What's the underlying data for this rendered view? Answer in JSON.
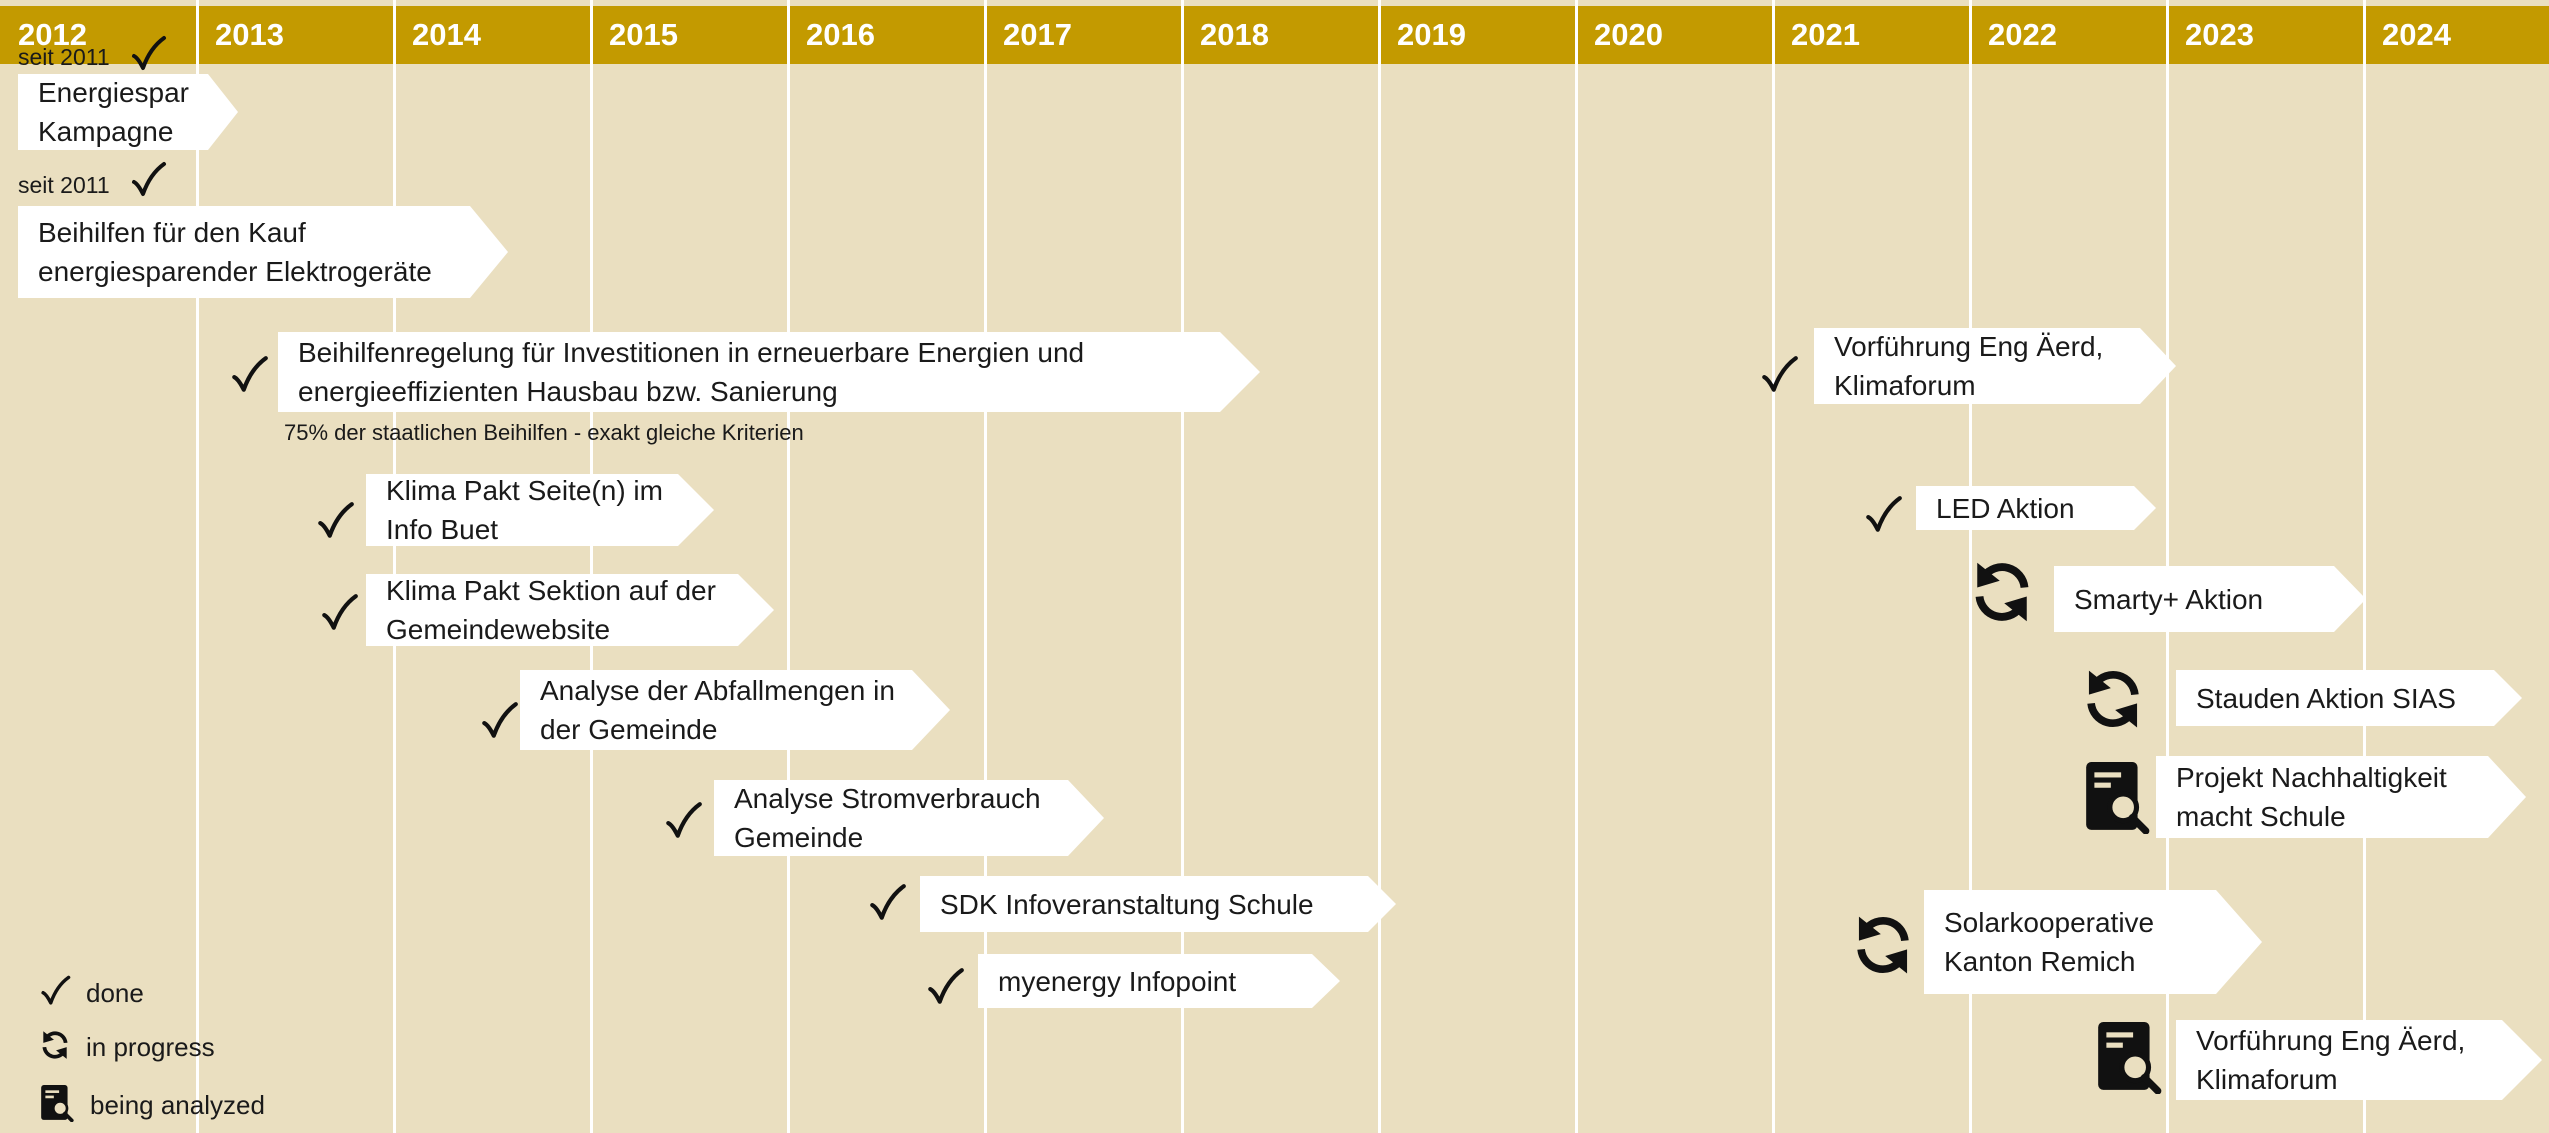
{
  "years": [
    "2012",
    "2013",
    "2014",
    "2015",
    "2016",
    "2017",
    "2018",
    "2019",
    "2020",
    "2021",
    "2022",
    "2023",
    "2024"
  ],
  "measures": [
    {
      "id": "energiespar",
      "label_lines": [
        "Energiespar",
        "Kampagne"
      ],
      "since": "seit 2011",
      "status": "done"
    },
    {
      "id": "beihilfen-elektro",
      "label_lines": [
        "Beihilfen für den Kauf",
        "energiesparender Elektrogeräte"
      ],
      "since": "seit 2011",
      "status": "done"
    },
    {
      "id": "beihilfenregelung",
      "label_lines": [
        "Beihilfenregelung für Investitionen in erneuerbare Energien und",
        "energieeffizienten Hausbau bzw. Sanierung"
      ],
      "note": "75% der staatlichen Beihilfen  - exakt gleiche Kriterien",
      "status": "done"
    },
    {
      "id": "klimapakt-infobuet",
      "label_lines": [
        "Klima Pakt Seite(n) im",
        "Info Buet"
      ],
      "status": "done"
    },
    {
      "id": "klimapakt-website",
      "label_lines": [
        "Klima Pakt  Sektion auf der",
        "Gemeindewebsite"
      ],
      "status": "done"
    },
    {
      "id": "abfallmengen",
      "label_lines": [
        "Analyse der Abfallmengen in",
        "der Gemeinde"
      ],
      "status": "done"
    },
    {
      "id": "stromverbrauch",
      "label_lines": [
        "Analyse Stromverbrauch",
        "Gemeinde"
      ],
      "status": "done"
    },
    {
      "id": "sdk-schule",
      "label_lines": [
        "SDK Infoveranstaltung Schule"
      ],
      "status": "done"
    },
    {
      "id": "myenergy",
      "label_lines": [
        "myenergy Infopoint"
      ],
      "status": "done"
    },
    {
      "id": "vorfuehrung-2021",
      "label_lines": [
        "Vorführung Eng Äerd,",
        "Klimaforum"
      ],
      "status": "done"
    },
    {
      "id": "led-aktion",
      "label_lines": [
        "LED Aktion"
      ],
      "status": "done"
    },
    {
      "id": "smarty",
      "label_lines": [
        "Smarty+ Aktion"
      ],
      "status": "in progress"
    },
    {
      "id": "stauden",
      "label_lines": [
        "Stauden Aktion SIAS"
      ],
      "status": "in progress"
    },
    {
      "id": "nachhaltigkeit-schule",
      "label_lines": [
        "Projekt Nachhaltigkeit",
        "macht Schule"
      ],
      "status": "being analyzed"
    },
    {
      "id": "solarkooperative",
      "label_lines": [
        "Solarkooperative",
        "Kanton Remich"
      ],
      "status": "in progress"
    },
    {
      "id": "vorfuehrung-2023",
      "label_lines": [
        "Vorführung Eng Äerd,",
        "Klimaforum"
      ],
      "status": "being analyzed"
    }
  ],
  "legend": [
    {
      "icon": "check-icon",
      "label": "done"
    },
    {
      "icon": "refresh-icon",
      "label": "in progress"
    },
    {
      "icon": "document-search-icon",
      "label": "being analyzed"
    }
  ],
  "colors": {
    "header": "#c39a00",
    "background": "#eadfc0",
    "box": "#ffffff",
    "text": "#1a1a1a"
  }
}
